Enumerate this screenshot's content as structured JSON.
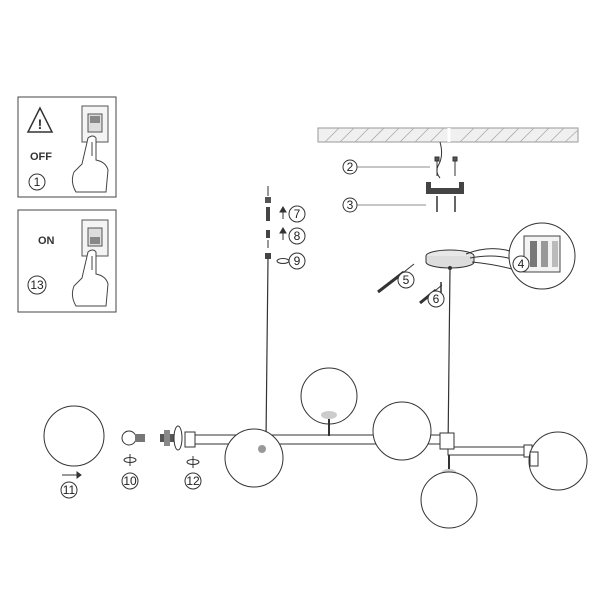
{
  "panels": {
    "off": {
      "word": "OFF",
      "step": "1"
    },
    "on": {
      "word": "ON",
      "step": "13"
    }
  },
  "callouts": {
    "c2": "2",
    "c3": "3",
    "c4": "4",
    "c5": "5",
    "c6": "6",
    "c7": "7",
    "c8": "8",
    "c9": "9",
    "c10": "10",
    "c11": "11",
    "c12": "12"
  }
}
